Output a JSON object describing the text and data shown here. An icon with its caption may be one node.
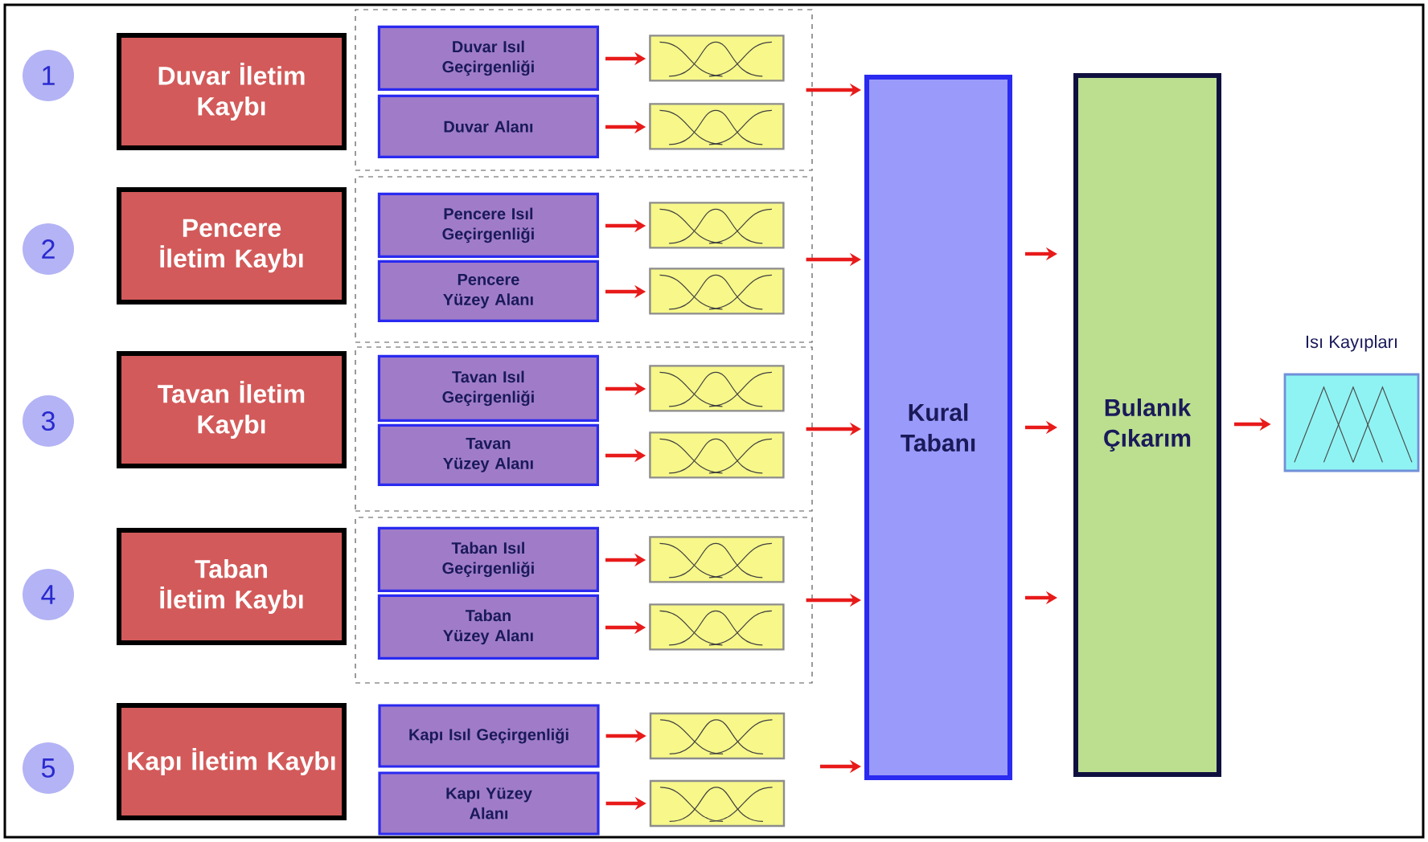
{
  "diagram": {
    "nodes": [
      {
        "text": [
          "1"
        ]
      },
      {
        "text": [
          "Duvar İletim Kaybı"
        ]
      },
      {
        "text": [],
        "shape": "box"
      },
      {
        "text": [
          "Duvar Isıl Geçirgenliği"
        ],
        "in": 2
      },
      {
        "text": [],
        "shape": "picture",
        "in": 2
      },
      {
        "text": [
          "Duvar Alanı"
        ],
        "in": 2
      },
      {
        "text": [],
        "shape": "picture",
        "in": 2
      },
      {
        "text": [
          "2"
        ]
      },
      {
        "text": [
          "Pencere İletim Kaybı"
        ]
      },
      {
        "text": [],
        "shape": "box"
      },
      {
        "text": [
          "Pencere Isıl Geçirgenliği"
        ],
        "in": 9
      },
      {
        "text": [],
        "shape": "picture",
        "in": 9
      },
      {
        "text": [
          "Pencere Yüzey Alanı"
        ],
        "in": 9
      },
      {
        "text": [],
        "shape": "picture",
        "in": 9
      },
      {
        "text": [
          "3"
        ]
      },
      {
        "text": [
          "Tavan İletim Kaybı"
        ]
      },
      {
        "text": [],
        "shape": "box"
      },
      {
        "text": [
          "Tavan Isıl Geçirgenliği"
        ],
        "in": 16
      },
      {
        "text": [],
        "shape": "picture",
        "in": 16
      },
      {
        "text": [
          "Tavan Yüzey Alanı"
        ],
        "in": 16
      },
      {
        "text": [],
        "shape": "picture",
        "in": 16
      },
      {
        "text": [
          "4"
        ]
      },
      {
        "text": [
          "Taban İletim Kaybı"
        ]
      },
      {
        "text": [],
        "shape": "box"
      },
      {
        "text": [
          "Taban Isıl Geçirgenliği"
        ],
        "in": 23
      },
      {
        "text": [],
        "shape": "picture",
        "in": 23
      },
      {
        "text": [
          "Taban Yüzey Alanı"
        ],
        "in": 23
      },
      {
        "text": [],
        "shape": "picture",
        "in": 23
      },
      {
        "text": [
          "5"
        ]
      },
      {
        "text": [
          "Kapı İletim Kaybı"
        ]
      },
      {
        "text": [
          "Kapı Isıl Geçirgenliği"
        ]
      },
      {
        "text": [],
        "shape": "picture"
      },
      {
        "text": [
          "Kapı Yüzey Alanı"
        ]
      },
      {
        "text": [],
        "shape": "picture"
      },
      {
        "text": [
          "Kural Tabanı"
        ]
      },
      {
        "text": [
          "Bulanık Çıkarım"
        ]
      },
      {
        "text": [
          "Isı Kayıpları"
        ]
      }
    ],
    "edges": [
      {
        "from": 3,
        "to": 4,
        "arrow": "to"
      },
      {
        "from": 5,
        "to": 6,
        "arrow": "to"
      },
      {
        "from": 2,
        "to": 34,
        "arrow": "to"
      },
      {
        "from": 10,
        "to": 11,
        "arrow": "to"
      },
      {
        "from": 12,
        "to": 13,
        "arrow": "to"
      },
      {
        "from": 9,
        "to": 34,
        "arrow": "to"
      },
      {
        "from": 17,
        "to": 18,
        "arrow": "to"
      },
      {
        "from": 19,
        "to": 20,
        "arrow": "to"
      },
      {
        "from": 16,
        "to": 34,
        "arrow": "to"
      },
      {
        "from": 24,
        "to": 25,
        "arrow": "to"
      },
      {
        "from": 26,
        "to": 27,
        "arrow": "to"
      },
      {
        "from": 23,
        "to": 34,
        "arrow": "to"
      },
      {
        "from": 30,
        "to": 31,
        "arrow": "to"
      },
      {
        "from": 32,
        "to": 33,
        "arrow": "to"
      },
      {
        "from": null,
        "to": 34,
        "arrow": "to"
      },
      {
        "from": 34,
        "to": 35,
        "arrow": "to"
      },
      {
        "from": 34,
        "to": 35,
        "arrow": "to"
      },
      {
        "from": 34,
        "to": 35,
        "arrow": "to"
      },
      {
        "from": 35,
        "to": 36,
        "arrow": "to"
      }
    ]
  }
}
